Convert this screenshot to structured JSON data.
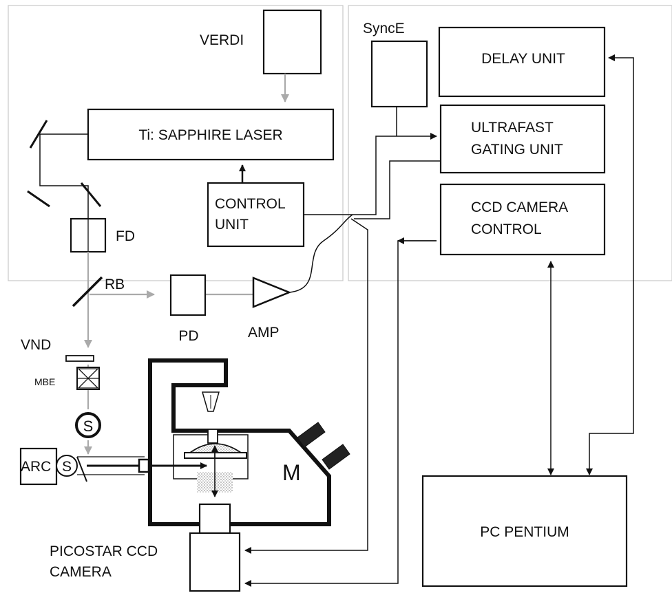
{
  "labels": {
    "verdi": "VERDI",
    "laser": "Ti: SAPPHIRE LASER",
    "control_1": "CONTROL",
    "control_2": "UNIT",
    "fd": "FD",
    "rb": "RB",
    "pd": "PD",
    "amp": "AMP",
    "vnd": "VND",
    "mbe": "MBE",
    "shutter": "S",
    "arc": "ARC",
    "microscope": "M",
    "synce": "SyncE",
    "delay": "DELAY UNIT",
    "gating_1": "ULTRAFAST",
    "gating_2": "GATING UNIT",
    "ccdctl_1": "CCD CAMERA",
    "ccdctl_2": "CONTROL",
    "pc": "PC PENTIUM",
    "camera_1": "PICOSTAR CCD",
    "camera_2": "CAMERA"
  },
  "colors": {
    "line": "#111111",
    "beam": "#aaaaaa",
    "panel": "#c8c8c8"
  }
}
